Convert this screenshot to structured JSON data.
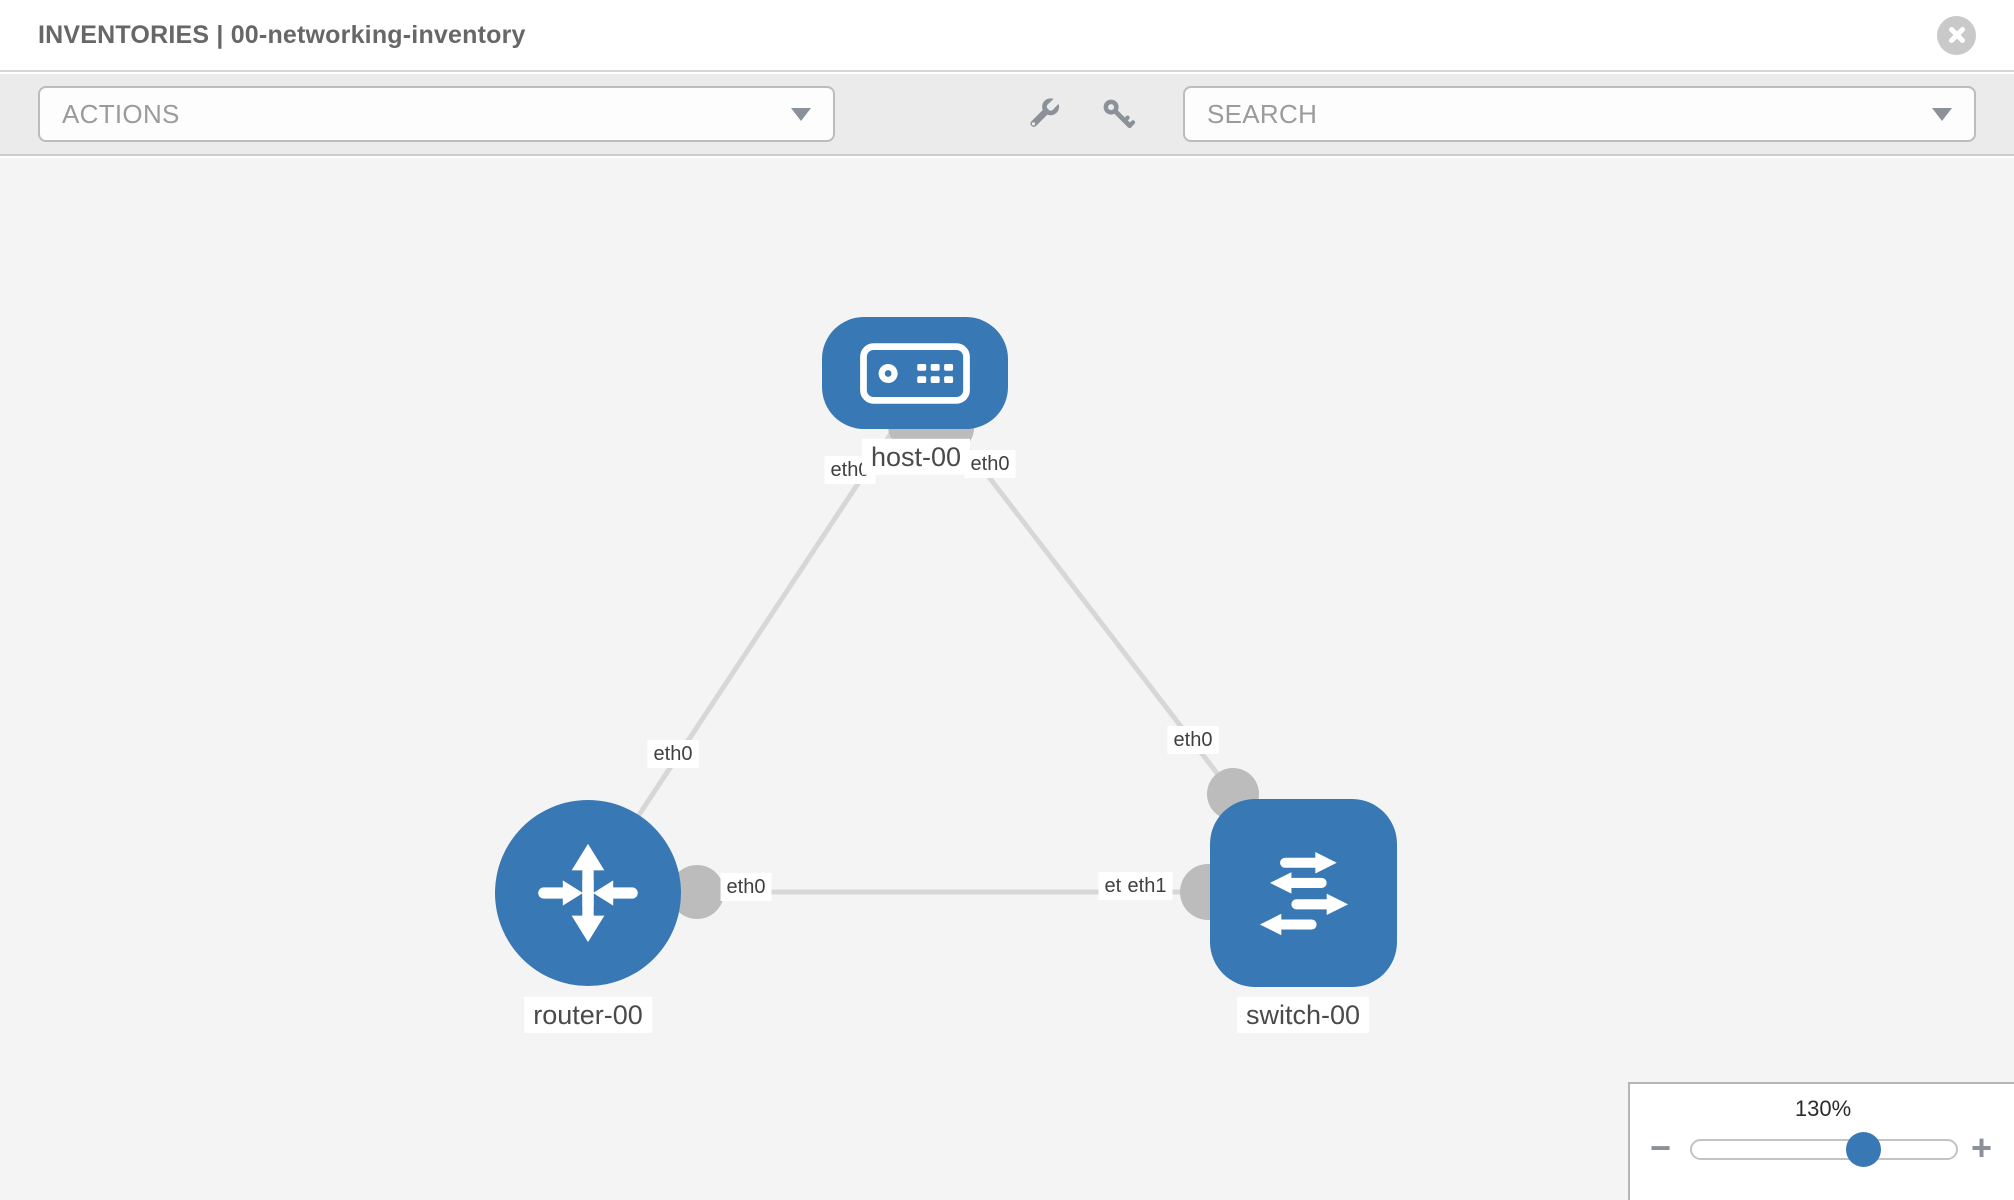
{
  "header": {
    "title": "INVENTORIES | 00-networking-inventory",
    "close_icon": "x-circle"
  },
  "toolbar": {
    "actions_label": "ACTIONS",
    "search_label": "SEARCH",
    "wrench_icon": "wrench",
    "key_icon": "key"
  },
  "topology": {
    "nodes": [
      {
        "id": "host-00",
        "type": "host",
        "label": "host-00"
      },
      {
        "id": "router-00",
        "type": "router",
        "label": "router-00"
      },
      {
        "id": "switch-00",
        "type": "switch",
        "label": "switch-00"
      }
    ],
    "interface_labels": {
      "host_to_router": "eth0",
      "host_to_switch": "eth0",
      "router_to_host": "eth0",
      "router_to_switch": "eth0",
      "switch_to_host": "eth0",
      "switch_to_router": "eth1",
      "switch_to_router_behind": "eth0"
    }
  },
  "zoom_control": {
    "level": "130%",
    "minus": "−",
    "plus": "+",
    "value_percent": 65
  },
  "colors": {
    "node_blue": "#3878b4",
    "link_gray": "#d7d7d7",
    "port_gray": "#bcbcbc",
    "toolbar_bg": "#ebebeb",
    "canvas_bg": "#f5f4f4"
  }
}
